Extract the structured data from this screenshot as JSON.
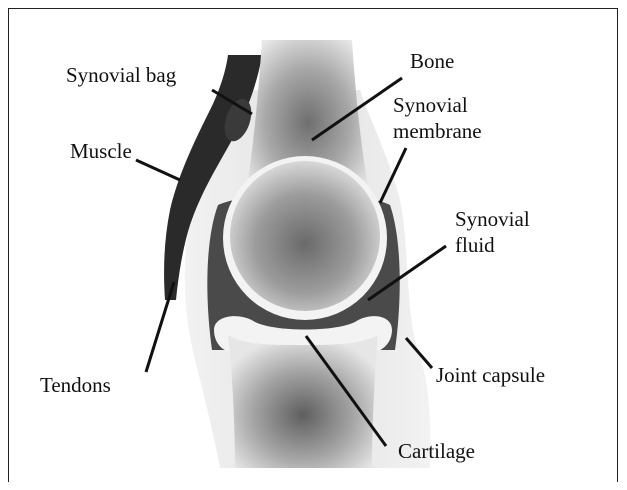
{
  "labels": {
    "bone": "Bone",
    "synovial_bag": "Synovial bag",
    "synovial_membrane_line1": "Synovial",
    "synovial_membrane_line2": "membrane",
    "muscle": "Muscle",
    "synovial_fluid_line1": "Synovial",
    "synovial_fluid_line2": "fluid",
    "tendons": "Tendons",
    "joint_capsule": "Joint capsule",
    "cartilage": "Cartilage"
  }
}
